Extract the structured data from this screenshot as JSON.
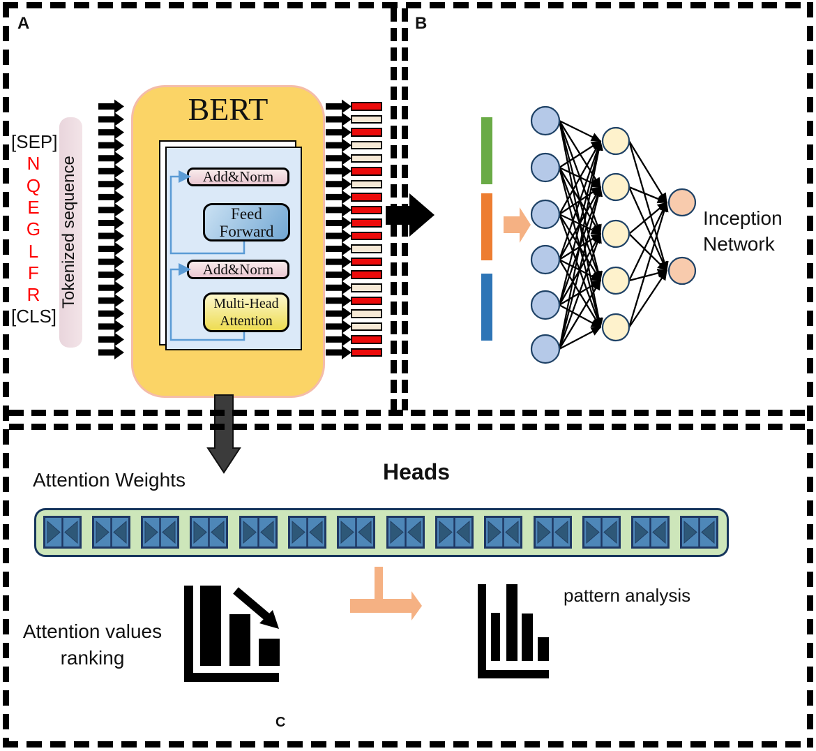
{
  "figure": {
    "panel_a_label": "A",
    "panel_b_label": "B",
    "panel_c_label": "C"
  },
  "panel_a": {
    "tokens": [
      {
        "text": "[SEP]",
        "color": "#111111"
      },
      {
        "text": "N",
        "color": "#FF0000"
      },
      {
        "text": "Q",
        "color": "#FF0000"
      },
      {
        "text": "E",
        "color": "#FF0000"
      },
      {
        "text": "G",
        "color": "#FF0000"
      },
      {
        "text": "L",
        "color": "#FF0000"
      },
      {
        "text": "F",
        "color": "#FF0000"
      },
      {
        "text": "R",
        "color": "#FF0000"
      },
      {
        "text": "[CLS]",
        "color": "#111111"
      }
    ],
    "tokenized_bar_label": "Tokenized sequence",
    "bert_title": "BERT",
    "add_norm_label": "Add&Norm",
    "feed_forward": {
      "line1": "Feed",
      "line2": "Forward"
    },
    "multi_head": {
      "line1": "Multi-Head",
      "line2": "Attention"
    },
    "io_count": 20,
    "output_bars": [
      "red",
      "cream",
      "red",
      "cream",
      "cream",
      "red",
      "cream",
      "red",
      "red",
      "red",
      "red",
      "cream",
      "red",
      "red",
      "cream",
      "red",
      "cream",
      "cream",
      "red",
      "red"
    ],
    "bar_colors": {
      "red": "#EC0B0B",
      "cream": "#F6E9D6"
    }
  },
  "panel_b": {
    "input_segments": [
      {
        "name": "green",
        "color": "#6AAB46"
      },
      {
        "name": "orange",
        "color": "#ED7D31"
      },
      {
        "name": "blue",
        "color": "#2E75B6"
      }
    ],
    "network": {
      "layers": [
        {
          "count": 6,
          "fill": "#B5C9E8"
        },
        {
          "count": 5,
          "fill": "#FEF2CC"
        },
        {
          "count": 2,
          "fill": "#F8CBAD"
        }
      ],
      "node_stroke": "#1F4266"
    },
    "label": {
      "line1": "Inception",
      "line2": "Network"
    }
  },
  "panel_c": {
    "attention_weights_label": "Attention Weights",
    "heads_label": "Heads",
    "head_count": 14,
    "ranking_label": {
      "line1": "Attention values",
      "line2": "ranking"
    },
    "pattern_label": "pattern analysis",
    "accent_arrow_color": "#F5B183",
    "heads_bar": {
      "fill": "#CDE6BA",
      "border": "#17365D",
      "square_fill": "#4E87B8",
      "square_border": "#1F3864",
      "triangle": "#2E5878"
    },
    "icons": {
      "ranking_chart": "bar-chart-decreasing-icon",
      "pattern_chart": "bar-chart-icon",
      "head_unit": "bowtie-icon"
    }
  }
}
